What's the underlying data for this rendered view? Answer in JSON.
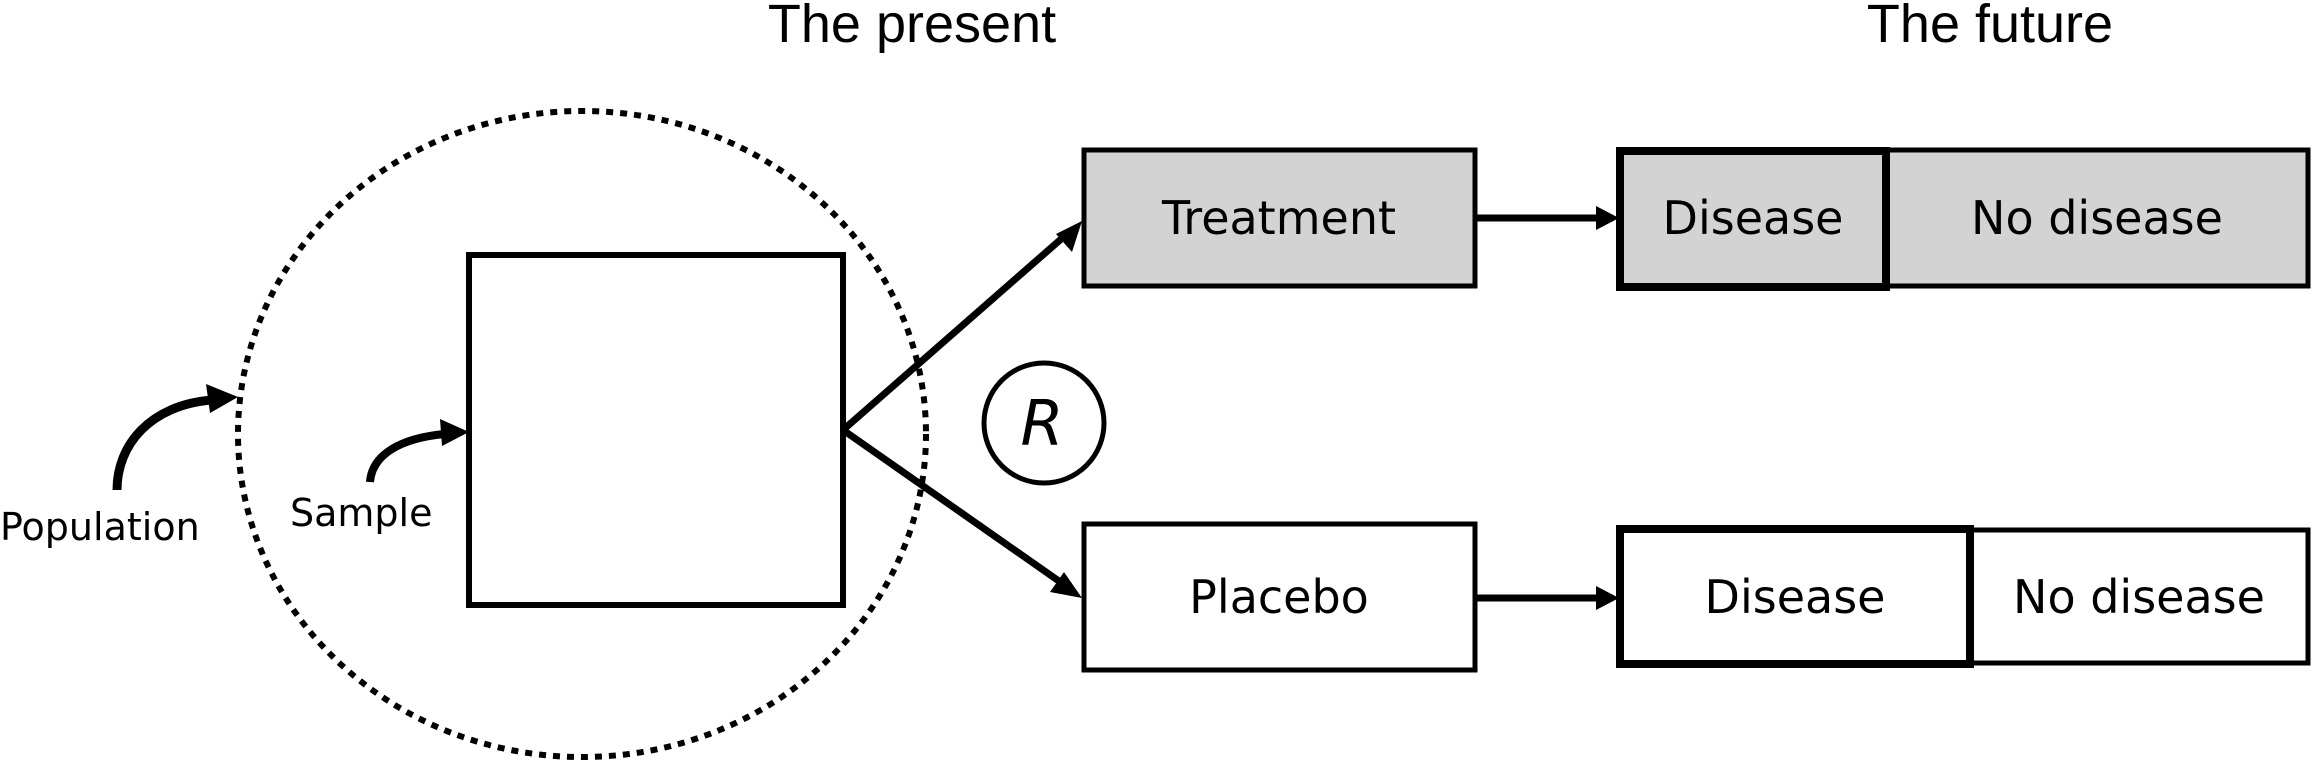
{
  "titles": {
    "present": "The present",
    "future": "The future"
  },
  "labels": {
    "population": "Population",
    "sample": "Sample",
    "randomization": "R"
  },
  "arms": [
    {
      "name": "Treatment",
      "fill": "#d3d3d3",
      "outcomes": [
        "Disease",
        "No disease"
      ]
    },
    {
      "name": "Placebo",
      "fill": "#ffffff",
      "outcomes": [
        "Disease",
        "No disease"
      ]
    }
  ],
  "colors": {
    "stroke": "#000000",
    "treatment_fill": "#d3d3d3",
    "placebo_fill": "#ffffff"
  }
}
